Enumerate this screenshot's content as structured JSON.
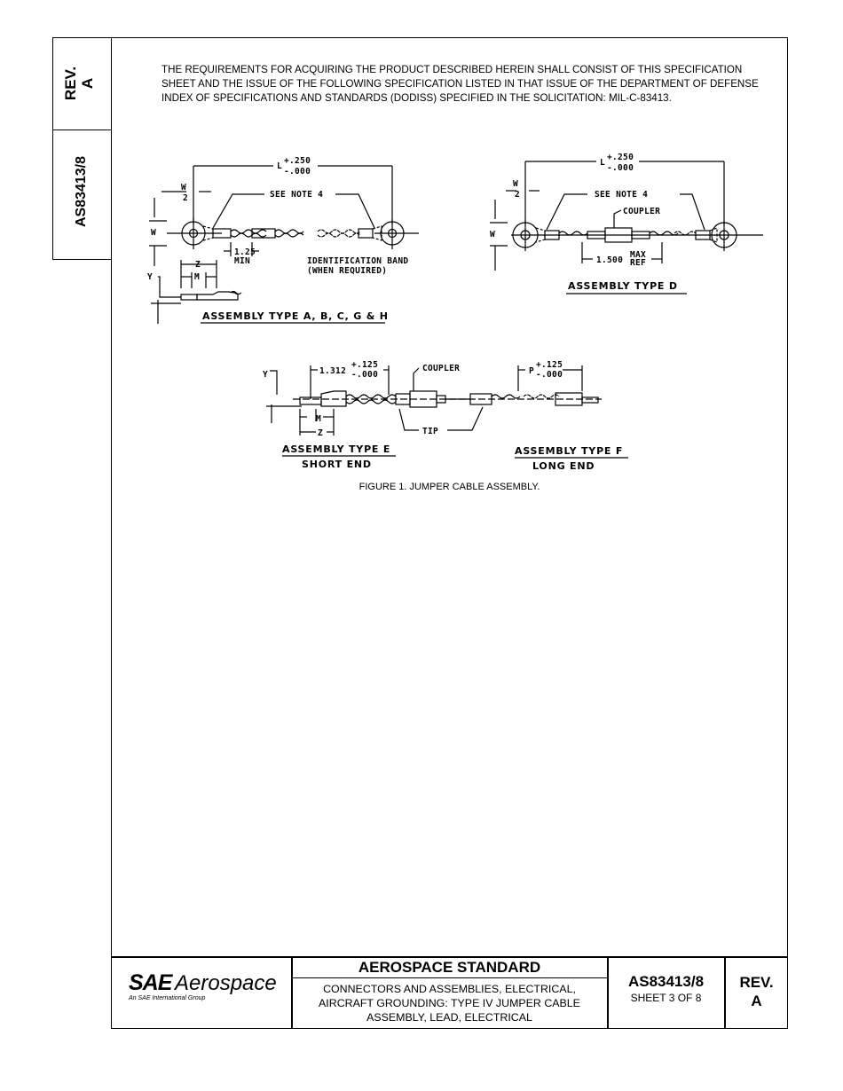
{
  "side_tab": {
    "rev_label": "REV.",
    "rev_value": "A",
    "doc_number": "AS83413/8"
  },
  "requirements_text": "THE REQUIREMENTS FOR ACQUIRING THE PRODUCT DESCRIBED HEREIN SHALL CONSIST OF THIS SPECIFICATION SHEET AND THE ISSUE OF THE FOLLOWING SPECIFICATION LISTED IN THAT ISSUE OF THE DEPARTMENT OF DEFENSE INDEX OF SPECIFICATIONS AND STANDARDS (DODISS) SPECIFIED IN THE SOLICITATION:  MIL-C-83413.",
  "figure": {
    "caption": "FIGURE 1.  JUMPER CABLE ASSEMBLY.",
    "labels": {
      "l_tol": "L",
      "tol_250": "+.250",
      "tol_000": "-.000",
      "w_half_num": "W",
      "w_half_den": "2",
      "w": "W",
      "see_note": "SEE NOTE 4",
      "min_len": "1.25",
      "min": "MIN",
      "id_band_1": "IDENTIFICATION BAND",
      "id_band_2": "(WHEN REQUIRED)",
      "z": "Z",
      "m": "M",
      "y": "Y",
      "type_abc": "ASSEMBLY TYPE A, B, C, G & H",
      "coupler": "COUPLER",
      "max_len": "1.500",
      "max": "MAX",
      "ref": "REF",
      "type_d": "ASSEMBLY TYPE D",
      "len_1312": "1.312",
      "tol_125": "+.125",
      "p": "P",
      "tip": "TIP",
      "type_e": "ASSEMBLY TYPE E",
      "short_end": "SHORT END",
      "type_f": "ASSEMBLY TYPE F",
      "long_end": "LONG END"
    }
  },
  "title_block": {
    "logo_sae": "SAE",
    "logo_aerospace": "Aerospace",
    "logo_sub": "An SAE International Group",
    "standard_title": "AEROSPACE STANDARD",
    "description": "CONNECTORS AND ASSEMBLIES, ELECTRICAL, AIRCRAFT GROUNDING:  TYPE IV JUMPER CABLE ASSEMBLY, LEAD, ELECTRICAL",
    "doc_number": "AS83413/8",
    "sheet": "SHEET 3 OF 8",
    "rev_label": "REV.",
    "rev_value": "A"
  }
}
